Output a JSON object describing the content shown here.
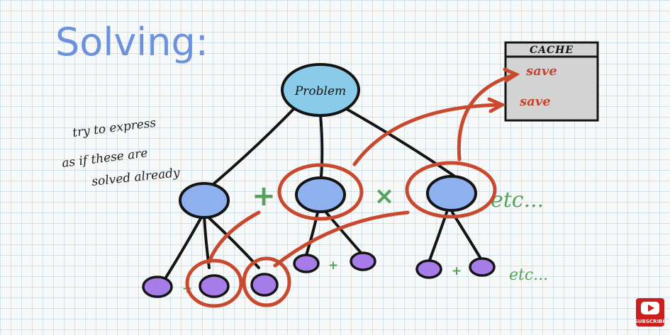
{
  "title": "Solving:",
  "root_label": "Problem",
  "note_lines": [
    "try to express",
    "as if these are",
    "solved already"
  ],
  "cache": {
    "header": "CACHE",
    "entries": [
      "save",
      "save"
    ]
  },
  "operators": [
    "+",
    "×"
  ],
  "etc_labels": [
    "etc...",
    "etc..."
  ],
  "small_plus": [
    "+",
    "+",
    "+"
  ],
  "subscribe_label": "SUBSCRIBE",
  "colors": {
    "title": "#6c92dd",
    "root_node": "#8bcbea",
    "child_node": "#8fb0ef",
    "leaf_node": "#a67de8",
    "red_annotation": "#c9492f",
    "green_annotation": "#55a35a",
    "cache_box": "#d3d3d3"
  }
}
